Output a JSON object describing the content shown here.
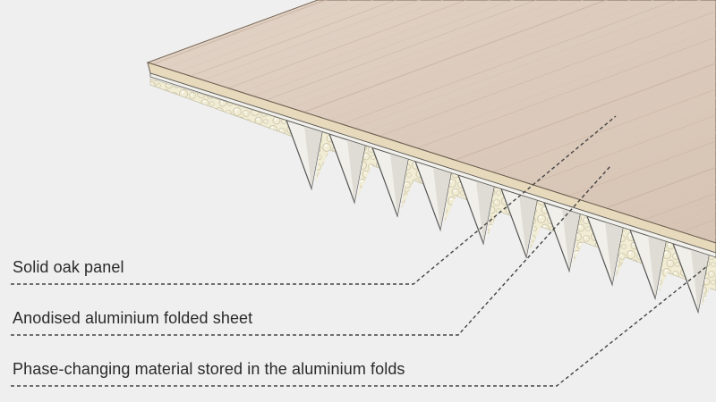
{
  "callouts": [
    {
      "id": "oak-panel",
      "text": "Solid oak panel"
    },
    {
      "id": "aluminium-sheet",
      "text": "Anodised aluminium folded sheet"
    },
    {
      "id": "phase-change",
      "text": "Phase-changing material stored in the aluminium folds"
    }
  ],
  "colors": {
    "background": "#efefef",
    "oak": "#dccbbd",
    "oak_grain": "#c9b4a4",
    "oak_edge": "#e9dcc0",
    "aluminium": "#f0efea",
    "aluminium_outline": "#555555",
    "pcm_fill": "#f1ecd4",
    "leader_line": "#444444"
  }
}
